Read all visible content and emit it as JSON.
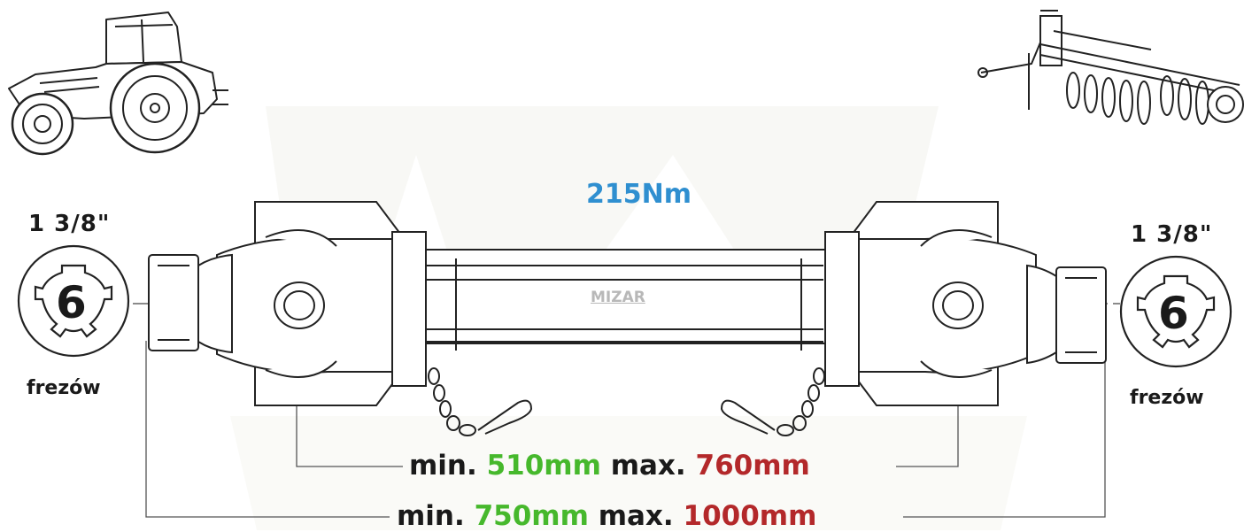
{
  "colors": {
    "torque": "#2f8fd0",
    "min_value": "#46b82c",
    "max_value": "#b3282a",
    "text": "#1a1a1a",
    "line": "#555555",
    "watermark": "#f3f3ee"
  },
  "icons": {
    "left": "tractor-icon",
    "right": "disc-harrow-icon",
    "spline": "spline-profile-icon"
  },
  "torque": "215Nm",
  "brand": "MIZAR",
  "left_end": {
    "size": "1 3/8\"",
    "spline_count": "6",
    "spline_word": "frezów"
  },
  "right_end": {
    "size": "1 3/8\"",
    "spline_count": "6",
    "spline_word": "frezów"
  },
  "length_inner": {
    "min_prefix": "min.",
    "min_value": "510mm",
    "max_prefix": "max.",
    "max_value": "760mm"
  },
  "length_outer": {
    "min_prefix": "min.",
    "min_value": "750mm",
    "max_prefix": "max.",
    "max_value": "1000mm"
  }
}
